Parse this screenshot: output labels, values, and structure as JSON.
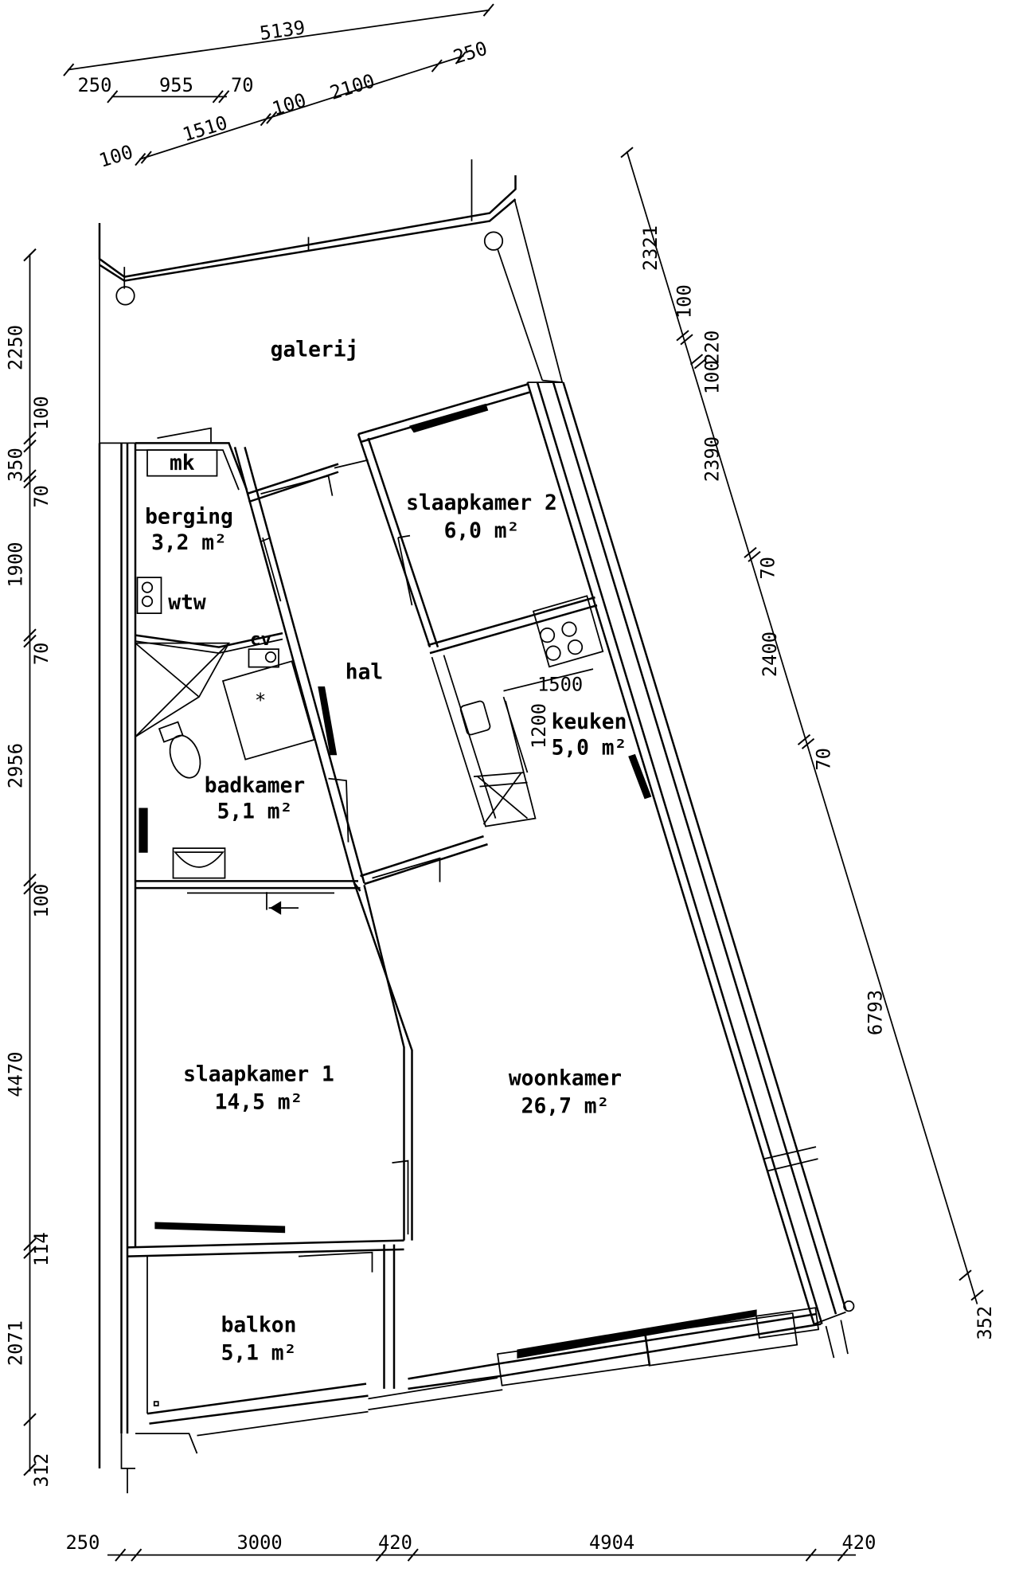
{
  "rooms": {
    "galerij": {
      "name": "galerij",
      "area": ""
    },
    "mk": {
      "name": "mk",
      "area": ""
    },
    "berging": {
      "name": "berging",
      "area": "3,2 m²"
    },
    "wtw": {
      "name": "wtw",
      "area": ""
    },
    "cv": {
      "name": "cv",
      "area": ""
    },
    "hal": {
      "name": "hal",
      "area": ""
    },
    "slaapkamer2": {
      "name": "slaapkamer 2",
      "area": "6,0 m²"
    },
    "keuken": {
      "name": "keuken",
      "area": "5,0 m²"
    },
    "badkamer": {
      "name": "badkamer",
      "area": "5,1 m²"
    },
    "slaapkamer1": {
      "name": "slaapkamer 1",
      "area": "14,5 m²"
    },
    "woonkamer": {
      "name": "woonkamer",
      "area": "26,7 m²"
    },
    "balkon": {
      "name": "balkon",
      "area": "5,1 m²"
    }
  },
  "kitchen_dims": {
    "width": "1500",
    "depth": "1200"
  },
  "dims_top": {
    "overall": "5139",
    "row2": [
      "250",
      "955",
      "70",
      "100",
      "2100",
      "250"
    ],
    "row3": [
      "100",
      "1510"
    ]
  },
  "dims_left": [
    "2250",
    "100",
    "350",
    "70",
    "1900",
    "70",
    "2956",
    "100",
    "4470",
    "114",
    "2071",
    "312"
  ],
  "dims_bottom": [
    "250",
    "3000",
    "420",
    "4904",
    "420"
  ],
  "dims_right": [
    "2321",
    "100",
    "220",
    "100",
    "2390",
    "70",
    "2400",
    "70",
    "6793",
    "352"
  ]
}
